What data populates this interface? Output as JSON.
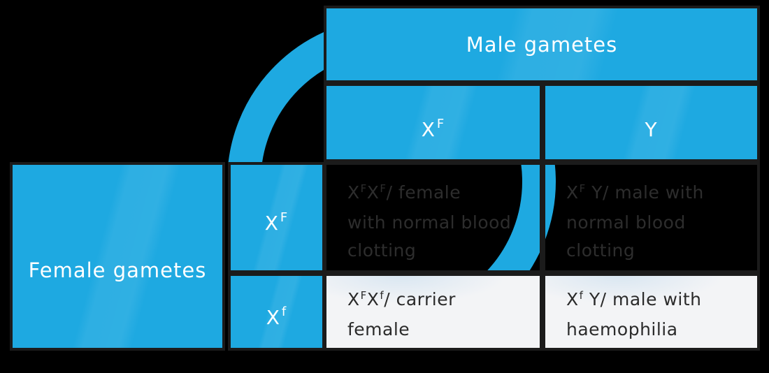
{
  "colors": {
    "background": "#000000",
    "table_blue": "#1ea9e1",
    "ring_blue": "#1ea9e1",
    "light_cell": "#f3f4f6",
    "border": "#1b1b1b",
    "white_text": "#ffffff",
    "dark_text": "#2d2d2d"
  },
  "punnett": {
    "male_header": "Male gametes",
    "female_header": "Female gametes",
    "male_gametes": [
      {
        "id": "XF",
        "lines": [
          [
            {
              "t": "X"
            },
            {
              "t": "F",
              "sup": true
            }
          ]
        ]
      },
      {
        "id": "Y",
        "lines": [
          [
            {
              "t": "Y"
            }
          ]
        ]
      }
    ],
    "female_gametes": [
      {
        "id": "XF",
        "lines": [
          [
            {
              "t": "X"
            },
            {
              "t": "F",
              "sup": true
            }
          ]
        ]
      },
      {
        "id": "Xf",
        "lines": [
          [
            {
              "t": "X"
            },
            {
              "t": "f",
              "sup": true
            }
          ]
        ]
      }
    ],
    "offspring_cells": [
      {
        "position": "top-left",
        "lines": [
          [
            {
              "t": "X"
            },
            {
              "t": "F",
              "sup": true
            },
            {
              "t": "X"
            },
            {
              "t": "F",
              "sup": true
            },
            {
              "t": "/ female"
            }
          ],
          [
            {
              "t": "with normal blood"
            }
          ],
          [
            {
              "t": "clotting"
            }
          ]
        ]
      },
      {
        "position": "top-right",
        "lines": [
          [
            {
              "t": "X"
            },
            {
              "t": "F",
              "sup": true
            },
            {
              "t": " Y/ male with"
            }
          ],
          [
            {
              "t": "normal blood"
            }
          ],
          [
            {
              "t": "clotting"
            }
          ]
        ]
      },
      {
        "position": "bottom-left",
        "lines": [
          [
            {
              "t": "X"
            },
            {
              "t": "F",
              "sup": true
            },
            {
              "t": "X"
            },
            {
              "t": "f",
              "sup": true
            },
            {
              "t": "/ carrier"
            }
          ],
          [
            {
              "t": "female"
            }
          ]
        ]
      },
      {
        "position": "bottom-right",
        "lines": [
          [
            {
              "t": "X"
            },
            {
              "t": "f",
              "sup": true
            },
            {
              "t": " Y/ male with"
            }
          ],
          [
            {
              "t": "haemophilia"
            }
          ]
        ]
      }
    ]
  }
}
